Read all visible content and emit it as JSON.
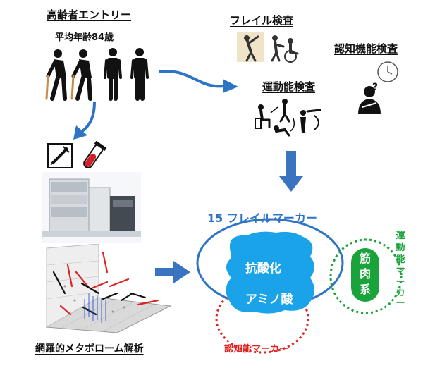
{
  "elderly": {
    "title": "高齢者エントリー",
    "subtitle": "平均年齢84歳"
  },
  "frailty_exam": {
    "title": "フレイル検査"
  },
  "cognitive_exam": {
    "title": "認知機能検査"
  },
  "motor_exam": {
    "title": "運動能検査"
  },
  "metabolome": {
    "title": "網羅的メタボローム解析"
  },
  "markers": {
    "title": "15 フレイルマーカー",
    "antioxidant": "抗酸化",
    "amino_acid": "アミノ酸",
    "muscle": "筋肉系",
    "cognitive_marker": "認知能マーカー",
    "motor_marker_chars": [
      "運",
      "動",
      "能",
      "マ",
      "ー",
      "カ",
      "ー"
    ]
  },
  "colors": {
    "blue": "#2e74c5",
    "cyan": "#1aa3e8",
    "green": "#19a33a",
    "red": "#e02424"
  }
}
